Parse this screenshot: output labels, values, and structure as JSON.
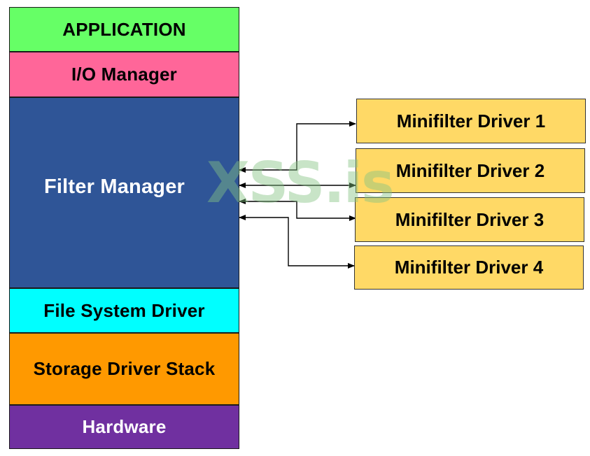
{
  "stack": {
    "application": {
      "label": "APPLICATION",
      "color": "#66ff66"
    },
    "io_manager": {
      "label": "I/O Manager",
      "color": "#ff6699"
    },
    "filter_manager": {
      "label": "Filter Manager",
      "color": "#2f5597"
    },
    "file_system_driver": {
      "label": "File System Driver",
      "color": "#00ffff"
    },
    "storage_driver_stack": {
      "label": "Storage Driver Stack",
      "color": "#ff9900"
    },
    "hardware": {
      "label": "Hardware",
      "color": "#7030a0"
    }
  },
  "minifilters": {
    "color": "#ffd966",
    "items": [
      {
        "label": "Minifilter Driver 1"
      },
      {
        "label": "Minifilter Driver 2"
      },
      {
        "label": "Minifilter Driver 3"
      },
      {
        "label": "Minifilter Driver 4"
      }
    ]
  },
  "watermark": {
    "text": "XSS.is"
  }
}
